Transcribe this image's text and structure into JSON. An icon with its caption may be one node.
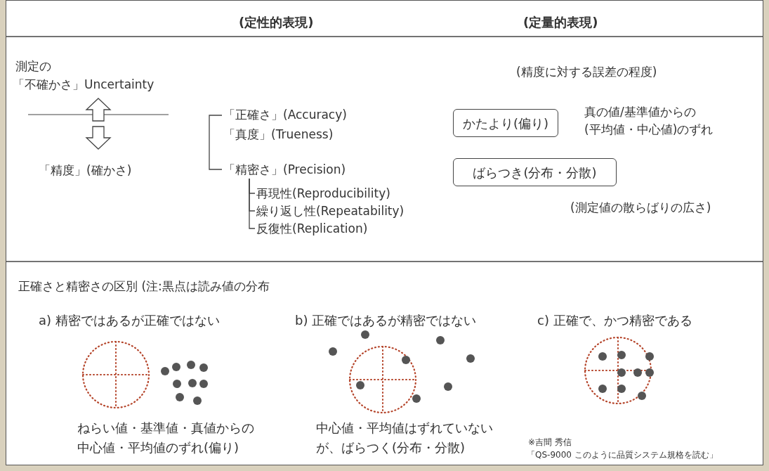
{
  "diagram": {
    "nodes": [
      {
        "text": [
          "「正確さ」(Accuracy)",
          "「真度」(Trueness)"
        ]
      },
      {
        "text": [
          "「精密さ」(Precision)"
        ]
      },
      {
        "text": [
          "再現性(Reproducibility)"
        ]
      },
      {
        "text": [
          "繰り返し性(Repeatability)"
        ]
      },
      {
        "text": [
          "反復性(Replication)"
        ]
      },
      {
        "text": [
          "かたより(偏り)"
        ],
        "beside": [
          "真の値/基準値からの(平均値・中心値)のずれ"
        ]
      },
      {
        "text": [
          "ばらつき(分布・分散)"
        ],
        "beside": [
          "(測定値の散らばりの広さ)"
        ]
      }
    ],
    "edges": [
      {
        "from": 0,
        "to": 1,
        "arrow": "none"
      },
      {
        "from": 1,
        "to": 2,
        "arrow": "none"
      },
      {
        "from": 1,
        "to": 3,
        "arrow": "none"
      },
      {
        "from": 1,
        "to": 4,
        "arrow": "none"
      }
    ],
    "labels": [
      "(定性的表現)",
      "(定量的表現)",
      "測定の",
      "「不確かさ」Uncertainty",
      "「精度」(確かさ)",
      "(精度に対する誤差の程度)",
      "正確さと精密さの区別 (注:黒点は読み値の分布",
      "a) 精密ではあるが正確ではない",
      "b) 正確ではあるが精密ではない",
      "c) 正確で、かつ精密である",
      "ねらい値・基準値・真値からの中心値・平均値のずれ(偏り)",
      "中心値・平均値はずれていないが、ばらつく(分布・分散)",
      "※吉間 秀信",
      "「QS-9000 このように品質システム規格を読む」"
    ]
  }
}
